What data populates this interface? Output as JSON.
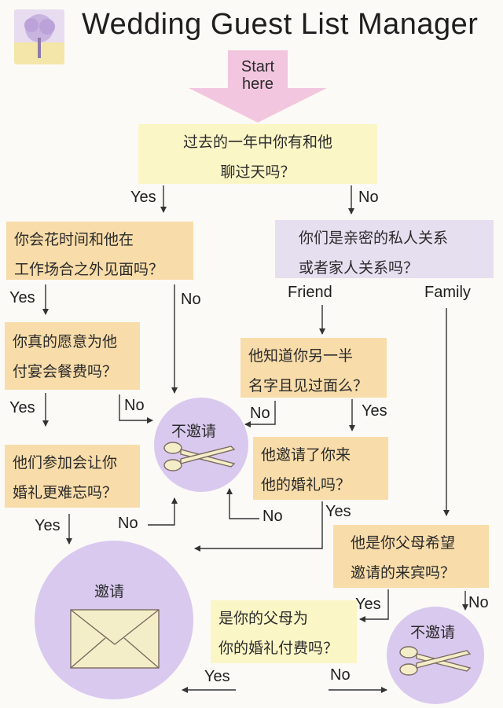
{
  "title": "Wedding Guest List Manager",
  "start": {
    "line1": "Start",
    "line2": "here"
  },
  "colors": {
    "question_yellow": "#fbf6c6",
    "question_orange": "#f8dca9",
    "question_purple": "#e6dff0",
    "circle": "#d9c9ef",
    "arrow_pink": "#f3c6e0",
    "line": "#333333"
  },
  "questions": {
    "q1": {
      "line1": "过去的一年中你有和他",
      "line2": "聊过天吗？"
    },
    "q2": {
      "line1": "你会花时间和他在",
      "line2": "工作场合之外见面吗？"
    },
    "q3": {
      "line1": "你们是亲密的私人关系",
      "line2": "或者家人关系吗？"
    },
    "q4": {
      "line1": "你真的愿意为他",
      "line2": "付宴会餐费吗？"
    },
    "q5": {
      "line1": "他知道你另一半",
      "line2": "名字且见过面么？"
    },
    "q6": {
      "line1": "他们参加会让你",
      "line2": "婚礼更难忘吗？"
    },
    "q7": {
      "line1": "他邀请了你来",
      "line2": "他的婚礼吗？"
    },
    "q8": {
      "line1": "他是你父母希望",
      "line2": "邀请的来宾吗？"
    },
    "q9": {
      "line1": "是你的父母为",
      "line2": "你的婚礼付费吗？"
    }
  },
  "outcomes": {
    "no_invite_1": "不邀请",
    "invite": "邀请",
    "no_invite_2": "不邀请"
  },
  "labels": {
    "yes": "Yes",
    "no": "No",
    "friend": "Friend",
    "family": "Family"
  },
  "icons": {
    "logo": "tree-logo-icon",
    "scissors": "scissors-icon",
    "envelope": "envelope-icon"
  }
}
